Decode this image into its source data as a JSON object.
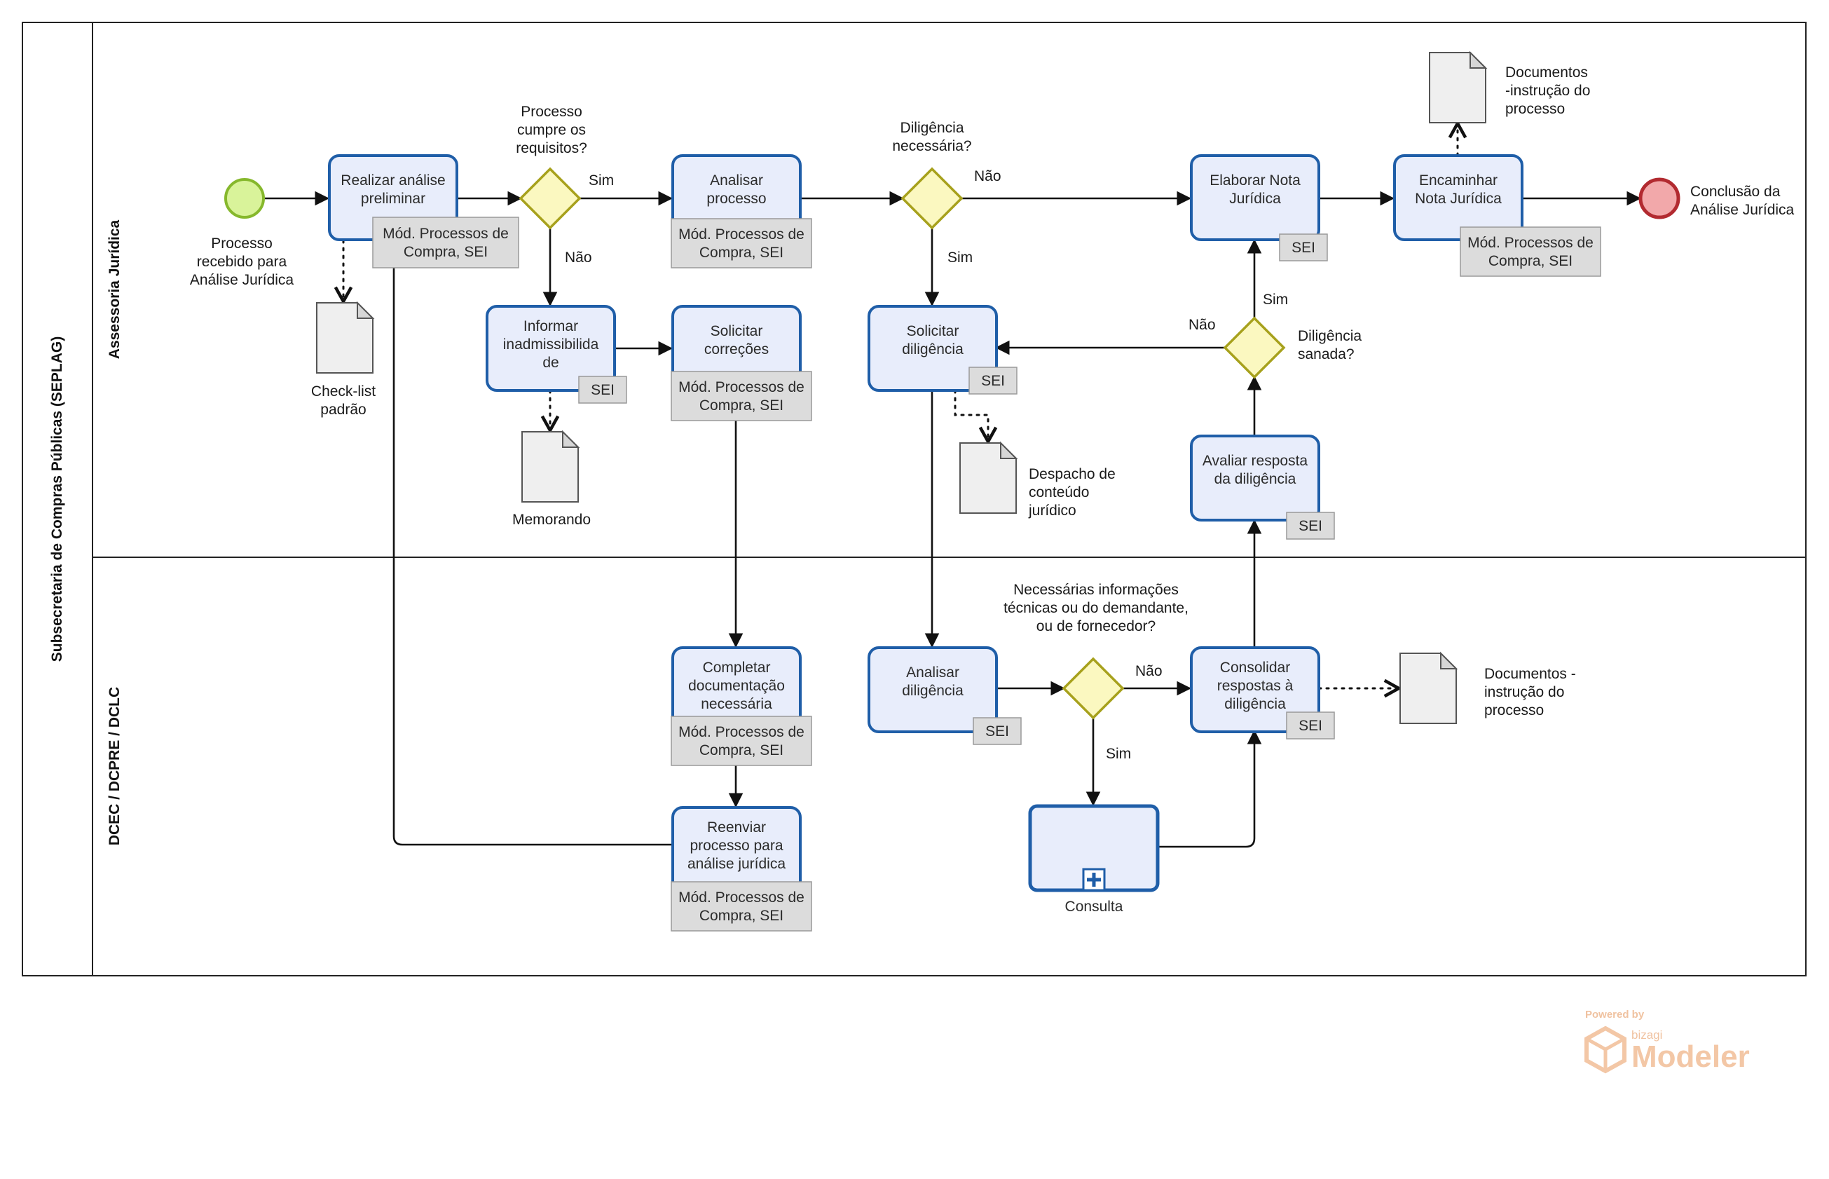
{
  "pool": {
    "title": "Subsecretaria de Compras Públicas (SEPLAG)"
  },
  "lanes": [
    {
      "id": "juridica",
      "title": "Assessoria Jurídica"
    },
    {
      "id": "dcec",
      "title": "DCEC / DCPRE / DCLC"
    }
  ],
  "events": {
    "start": {
      "label": [
        "Processo",
        "recebido para",
        "Análise Jurídica"
      ]
    },
    "end": {
      "label": [
        "Conclusão da",
        "Análise Jurídica"
      ]
    }
  },
  "tasks": {
    "realizar": {
      "label": [
        "Realizar análise",
        "preliminar"
      ],
      "resource": [
        "Mód. Processos de",
        "Compra, SEI"
      ]
    },
    "analisar_processo": {
      "label": [
        "Analisar",
        "processo"
      ],
      "resource": [
        "Mód. Processos de",
        "Compra, SEI"
      ]
    },
    "informar": {
      "label": [
        "Informar",
        "inadmissibilida",
        "de"
      ],
      "resource": [
        "SEI"
      ]
    },
    "solicitar_correcoes": {
      "label": [
        "Solicitar",
        "correções"
      ],
      "resource": [
        "Mód. Processos de",
        "Compra, SEI"
      ]
    },
    "solicitar_diligencia": {
      "label": [
        "Solicitar",
        "diligência"
      ],
      "resource": [
        "SEI"
      ]
    },
    "elaborar": {
      "label": [
        "Elaborar Nota",
        "Jurídica"
      ],
      "resource": [
        "SEI"
      ]
    },
    "encaminhar": {
      "label": [
        "Encaminhar",
        "Nota Jurídica"
      ],
      "resource": [
        "Mód. Processos de",
        "Compra, SEI"
      ]
    },
    "avaliar": {
      "label": [
        "Avaliar resposta",
        "da diligência"
      ],
      "resource": [
        "SEI"
      ]
    },
    "completar": {
      "label": [
        "Completar",
        "documentação",
        "necessária"
      ],
      "resource": [
        "Mód. Processos de",
        "Compra, SEI"
      ]
    },
    "reenviar": {
      "label": [
        "Reenviar",
        "processo para",
        "análise jurídica"
      ],
      "resource": [
        "Mód. Processos de",
        "Compra, SEI"
      ]
    },
    "analisar_diligencia": {
      "label": [
        "Analisar",
        "diligência"
      ],
      "resource": [
        "SEI"
      ]
    },
    "consolidar": {
      "label": [
        "Consolidar",
        "respostas à",
        "diligência"
      ],
      "resource": [
        "SEI"
      ]
    },
    "consulta": {
      "label": [
        "Consulta"
      ]
    }
  },
  "gateways": {
    "g1": {
      "label": [
        "Processo",
        "cumpre os",
        "requisitos?"
      ]
    },
    "g2": {
      "label": [
        "Diligência",
        "necessária?"
      ]
    },
    "g3": {
      "label": [
        "Diligência",
        "sanada?"
      ]
    },
    "g4": {
      "label": [
        "Necessárias informações",
        "técnicas ou do demandante,",
        "ou de fornecedor?"
      ]
    }
  },
  "flow_labels": {
    "g1_yes": "Sim",
    "g1_no": "Não",
    "g2_yes": "Sim",
    "g2_no": "Não",
    "g3_yes": "Sim",
    "g3_no": "Não",
    "g4_yes": "Sim",
    "g4_no": "Não"
  },
  "documents": {
    "checklist": {
      "label": [
        "Check-list",
        "padrão"
      ]
    },
    "memorando": {
      "label": [
        "Memorando"
      ]
    },
    "despacho": {
      "label": [
        "Despacho de",
        "conteúdo",
        "jurídico"
      ]
    },
    "docs_instrucao_top": {
      "label": [
        "Documentos",
        "-instrução do",
        "processo"
      ]
    },
    "docs_instrucao_bottom": {
      "label": [
        "Documentos -",
        "instrução do",
        "processo"
      ]
    }
  },
  "watermark": {
    "powered": "Powered by",
    "brand": "bizagi",
    "product": "Modeler"
  }
}
